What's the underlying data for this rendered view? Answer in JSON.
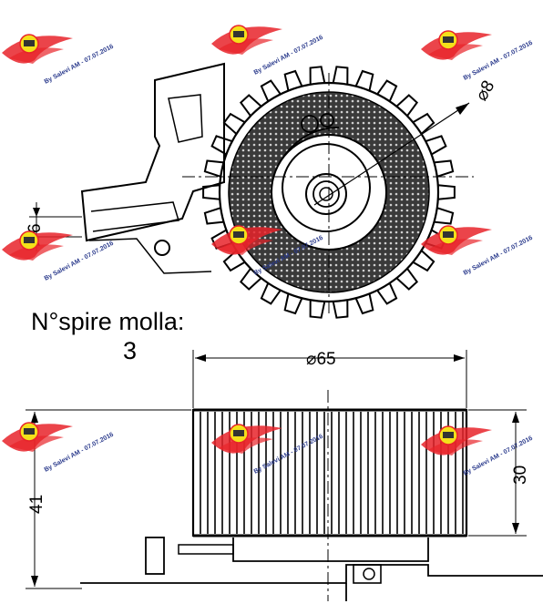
{
  "drawing": {
    "note_label": "N°spire molla:",
    "note_value": "3",
    "dimensions": {
      "pin_diameter": "⌀8",
      "bracket_slot": "6",
      "outer_diameter": "⌀65",
      "pulley_width": "30",
      "total_height": "41"
    }
  },
  "watermark": {
    "text": "By Salevi AM - 07.07.2016",
    "colors": {
      "wing": "#e8232a",
      "badge": "#f3e01a",
      "text": "#2a3a8c"
    }
  }
}
